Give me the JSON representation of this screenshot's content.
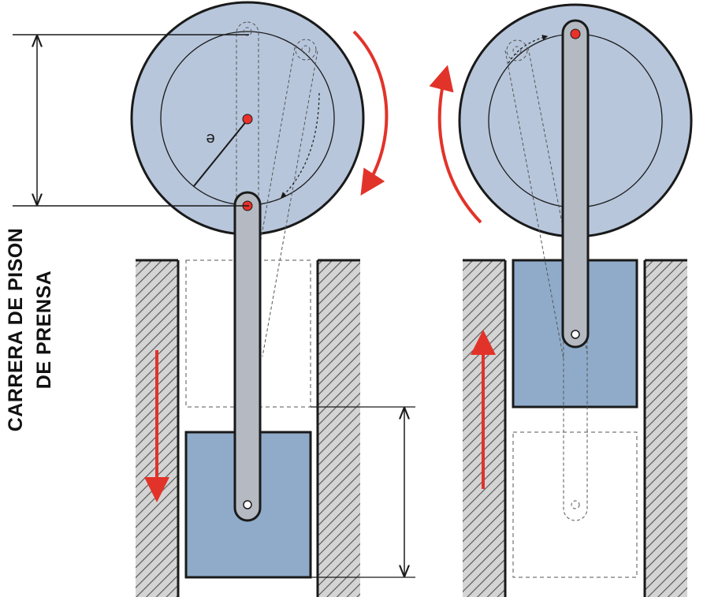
{
  "label": {
    "line1": "CARRERA DE PISON",
    "line2": "DE PRENSA"
  },
  "crank_radius_label": "e",
  "colors": {
    "wheel_fill": "#b7c6db",
    "ram_fill": "#8fabc9",
    "rod_fill": "#b5bac2",
    "arrow_red": "#e2332a",
    "pin_red": "#e8312a",
    "outline": "#1a1a1a",
    "hatch_stroke": "#5a5a5a",
    "hatch_bg": "#d4d4d4"
  },
  "icons": {
    "rotation_left": "clockwise-arc-arrow",
    "rotation_right": "counterclockwise-arc-arrow",
    "motion_down": "down-arrow",
    "motion_up": "up-arrow",
    "stroke_dimension": "double-headed-arrow"
  }
}
